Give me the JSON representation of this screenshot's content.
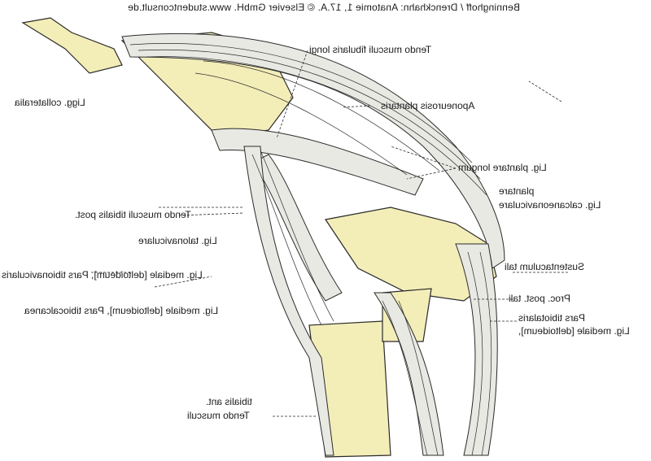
{
  "credit": "Benninghoff / Drenckhahn: Anatomie 1, 17.A. © Elsevier GmbH. www.studentconsult.de",
  "labels": {
    "tendo_fibularis": "Tendo musculi fibularis longi",
    "aponeurosis": "Aponeurosis plantaris",
    "ligg_collateralia": "Ligg. collateralia",
    "lig_plantare_longum": "Lig. plantare longum",
    "lig_calcaneonav_1": "Lig. calcaneonaviculare",
    "lig_calcaneonav_2": "plantare",
    "tendo_tibialis_post": "Tendo musculi tibialis post.",
    "lig_talonav": "Lig. talonaviculare",
    "sustentaculum": "Sustentaculum tali",
    "pars_tibionav": "Lig. mediale [deltoideum], Pars tibionavicularis",
    "proc_post_tali": "Proc. post. tali",
    "pars_tibiocalc": "Lig. mediale [deltoideum], Pars tibiocalcanea",
    "pars_tibiotalaris_1": "Pars tibiotalaris",
    "pars_tibiotalaris_2": "Lig. mediale [deltoideum],",
    "tendo_tibialis_ant_1": "tibialis ant.",
    "tendo_tibialis_ant_2": "Tendo musculi"
  },
  "colors": {
    "bone": "#f3edb8",
    "ligament": "#e9e9e4",
    "line": "#2a2a2a"
  }
}
